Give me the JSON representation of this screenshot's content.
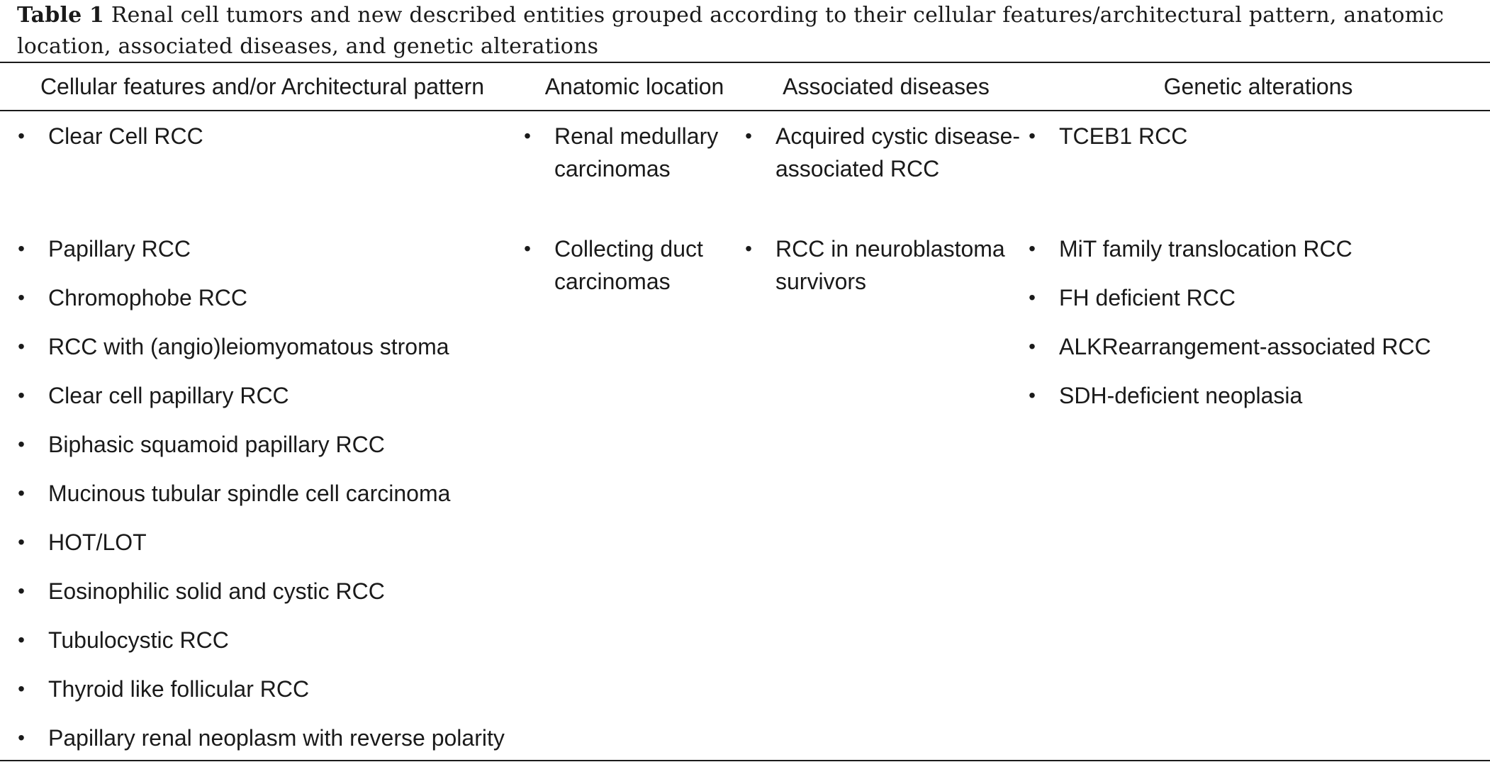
{
  "caption": {
    "label": "Table 1",
    "text": "Renal cell tumors and new described entities grouped according to their cellular features/architectural pattern, anatomic location, associated diseases, and genetic alterations"
  },
  "headers": [
    "Cellular features and/or Architectural pattern",
    "Anatomic location",
    "Associated diseases",
    "Genetic alterations"
  ],
  "bullet_glyph": "•",
  "columns": {
    "cellular": [
      "Clear Cell RCC",
      "Papillary RCC",
      "Chromophobe RCC",
      "RCC with (angio)leiomyomatous stroma",
      "Clear cell papillary RCC",
      "Biphasic squamoid papillary RCC",
      "Mucinous tubular spindle cell carcinoma",
      "HOT/LOT",
      "Eosinophilic solid and cystic RCC",
      "Tubulocystic RCC",
      "Thyroid like follicular RCC",
      "Papillary renal neoplasm with reverse polarity"
    ],
    "anatomic": [
      "Renal medullary carcinomas",
      "Collecting duct carcinomas"
    ],
    "associated": [
      "Acquired cystic disease-associated RCC",
      "RCC in neuroblastoma survivors"
    ],
    "genetic": [
      "TCEB1 RCC",
      "MiT family translocation RCC",
      "FH deficient RCC",
      "ALKRearrangement-associated RCC",
      "SDH-deficient neoplasia"
    ]
  }
}
